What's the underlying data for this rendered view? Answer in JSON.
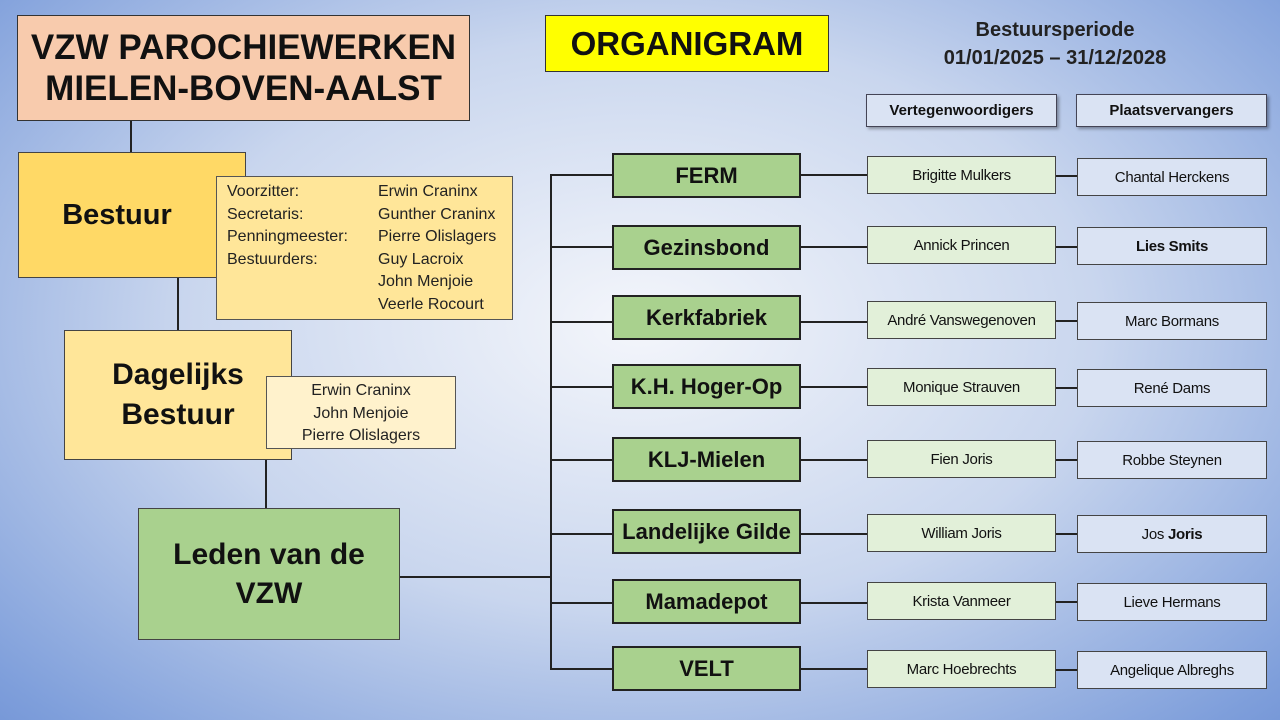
{
  "title": "VZW PAROCHIEWERKEN\nMIELEN-BOVEN-AALST",
  "organigram_label": "ORGANIGRAM",
  "period": "Bestuursperiode\n01/01/2025 – 31/12/2028",
  "bestuur": {
    "label": "Bestuur",
    "members": [
      {
        "role": "Voorzitter:",
        "name": "Erwin Craninx"
      },
      {
        "role": "Secretaris:",
        "name": "Gunther Craninx"
      },
      {
        "role": "Penningmeester:",
        "name": "Pierre Olislagers"
      },
      {
        "role": "Bestuurders:",
        "name": "Guy Lacroix"
      },
      {
        "role": "",
        "name": "John Menjoie"
      },
      {
        "role": "",
        "name": "Veerle Rocourt"
      }
    ]
  },
  "dagelijks_bestuur": {
    "label": "Dagelijks\nBestuur",
    "members": [
      "Erwin Craninx",
      "John Menjoie",
      "Pierre Olislagers"
    ]
  },
  "leden_label": "Leden van de\nVZW",
  "headers": {
    "vertegenwoordigers": "Vertegenwoordigers",
    "plaatsvervangers": "Plaatsvervangers"
  },
  "organisations": [
    {
      "name": "FERM",
      "rep": "Brigitte Mulkers",
      "sub": "Chantal Herckens",
      "sub_bold": false
    },
    {
      "name": "Gezinsbond",
      "rep": "Annick Princen",
      "sub": "Lies Smits",
      "sub_bold": true
    },
    {
      "name": "Kerkfabriek",
      "rep": "André Vanswegenoven",
      "sub": "Marc Bormans",
      "sub_bold": false
    },
    {
      "name": "K.H. Hoger-Op",
      "rep": "Monique Strauven",
      "sub": "René Dams",
      "sub_bold": false
    },
    {
      "name": "KLJ-Mielen",
      "rep": "Fien Joris",
      "sub": "Robbe Steynen",
      "sub_bold": false
    },
    {
      "name": "Landelijke Gilde",
      "rep": "William Joris",
      "sub_first": "Jos",
      "sub_last": "Joris",
      "sub_bold": false
    },
    {
      "name": "Mamadepot",
      "rep": "Krista Vanmeer",
      "sub": "Lieve Hermans",
      "sub_bold": false
    },
    {
      "name": "VELT",
      "rep": "Marc Hoebrechts",
      "sub": "Angelique Albreghs",
      "sub_bold": false
    }
  ],
  "colors": {
    "title_box": "#f8cbad",
    "organigram_box": "#ffff00",
    "bestuur_box": "#ffd966",
    "dagelijks_box": "#ffe699",
    "leden_box": "#a9d18e",
    "org_box": "#a9d18e",
    "rep_box": "#e2f0d9",
    "sub_box": "#dae3f3"
  }
}
